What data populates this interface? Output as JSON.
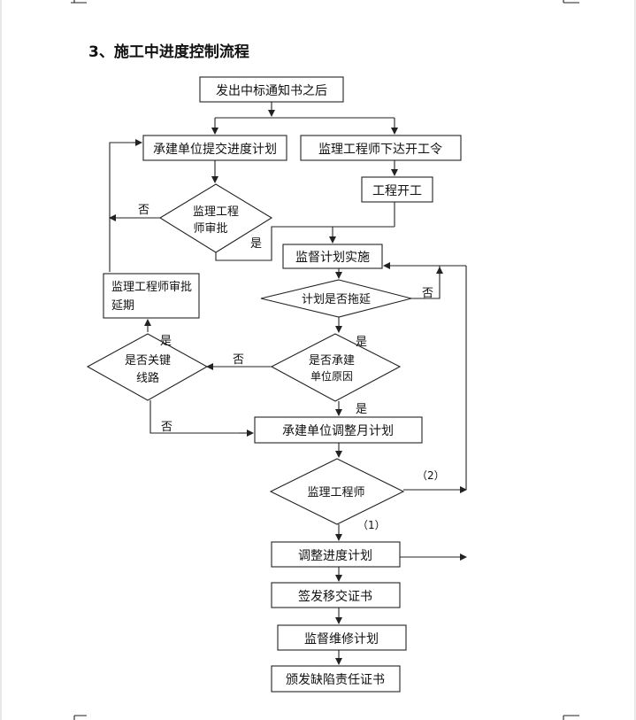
{
  "title": "3、施工中进度控制流程",
  "nodes": {
    "start": "发出中标通知书之后",
    "submit_plan": "承建单位提交进度计划",
    "issue_order": "监理工程师下达开工令",
    "start_work": "工程开工",
    "review_line1": "监理工程",
    "review_line2": "师审批",
    "supervise": "监督计划实施",
    "delayed_q": "计划是否拖延",
    "approve_ext_line1": "监理工程师审批",
    "approve_ext_line2": "延期",
    "contractor_q_line1": "是否承建",
    "contractor_q_line2": "单位原因",
    "critical_q_line1": "是否关键",
    "critical_q_line2": "线路",
    "adjust_monthly": "承建单位调整月计划",
    "engineer": "监理工程师",
    "adjust_schedule": "调整进度计划",
    "transfer_cert": "签发移交证书",
    "maintenance": "监督维修计划",
    "defect_cert": "颁发缺陷责任证书"
  },
  "edge_labels": {
    "yes": "是",
    "no": "否",
    "opt1": "（1）",
    "opt2": "（2）"
  }
}
